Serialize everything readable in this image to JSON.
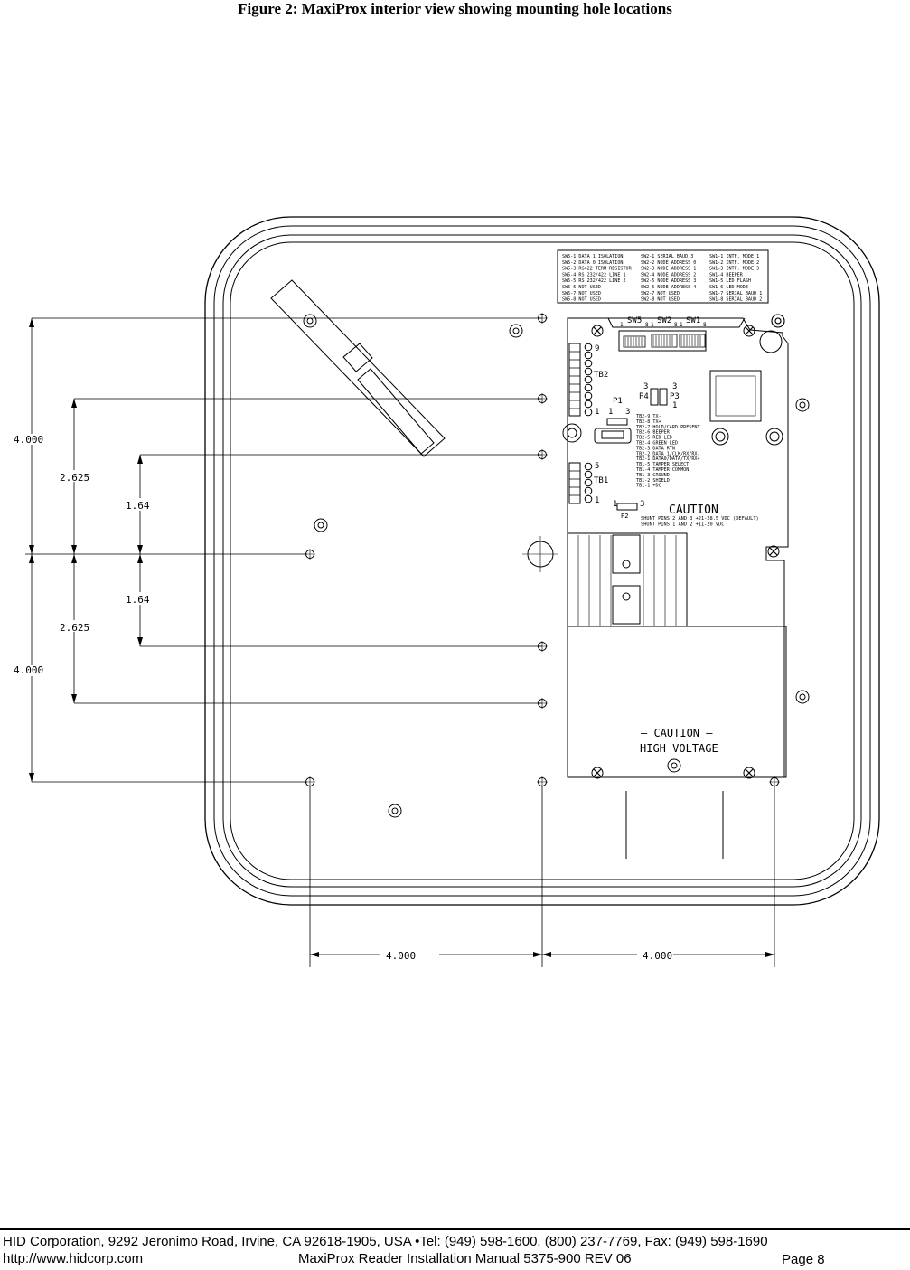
{
  "figure": {
    "caption": "Figure 2:  MaxiProx interior view showing mounting hole locations"
  },
  "dims": {
    "v": [
      "4.000",
      "2.625",
      "1.64",
      "1.64",
      "2.625",
      "4.000"
    ],
    "h": [
      "4.000",
      "4.000"
    ]
  },
  "switch_legend": {
    "col1": [
      "SW5-1  DATA 1 ISOLATION",
      "SW5-2  DATA 0 ISOLATION",
      "SW5-3  RS422 TERM RESISTOR",
      "SW5-4  RS 232/422 LINE 1",
      "SW5-5  RS 232/422 LINE 2",
      "SW5-6  NOT USED",
      "SW5-7  NOT USED",
      "SW5-8  NOT USED"
    ],
    "col2": [
      "SW2-1  SERIAL BAUD 3",
      "SW2-2  NODE ADDRESS  0",
      "SW2-3  NODE ADDRESS  1",
      "SW2-4  NODE ADDRESS  2",
      "SW2-5  NODE ADDRESS  3",
      "SW2-6  NODE ADDRESS  4",
      "SW2-7  NOT USED",
      "SW2-8  NOT USED"
    ],
    "col3": [
      "SW1-1  INTF. MODE 1",
      "SW1-2  INTF. MODE 2",
      "SW1-3  INTF. MODE 3",
      "SW1-4  BEEPER",
      "SW1-5  LED FLASH",
      "SW1-6  LED MODE",
      "SW1-7  SERIAL BAUD 1",
      "SW1-8  SERIAL BAUD 2"
    ]
  },
  "board": {
    "sw5": "SW5",
    "sw2": "SW2",
    "sw1": "SW1",
    "tb2": "TB2",
    "tb1": "TB1",
    "p1": "P1",
    "p2": "P2",
    "p3": "P3",
    "p4": "P4",
    "n_tb2_top": "9",
    "n_tb2_bot": "1",
    "n_tb1_top": "5",
    "n_tb1_bot": "1",
    "n_p1_a": "1",
    "n_p1_b": "3",
    "n_p2_a": "1",
    "n_p2_b": "3",
    "n_p3_top": "3",
    "n_p3_bot": "1",
    "n_p4_top": "3",
    "n_sw_1": "1",
    "n_sw_8": "8",
    "terminal_legend": [
      "TB2-9  TX-",
      "TB2-8  TX+",
      "TB2-7  HOLD/CARD PRESENT",
      "TB2-6  BEEPER",
      "TB2-5  RED LED",
      "TB2-4  GREEN LED",
      "TB2-3  DATA RTN",
      "TB2-2  DATA 1/CLK/RX/RX-",
      "TB2-1  DATA0/DATA/TX/RX+",
      "TB1-5  TAMPER SELECT",
      "TB1-4  TAMPER COMMON",
      "TB1-3  GROUND",
      "TB1-2  SHIELD",
      "TB1-1  +DC"
    ],
    "caution_title": "CAUTION",
    "shunt": [
      "SHUNT PINS 2 AND 3     +21-28.5 VDC (DEFAULT)",
      "SHUNT PINS 1 AND 2     +11-20 VDC"
    ],
    "hv_line1": "— CAUTION —",
    "hv_line2": "HIGH VOLTAGE"
  },
  "footer": {
    "address": "HID Corporation, 9292 Jeronimo Road, Irvine, CA 92618-1905, USA •Tel: (949) 598-1600, (800) 237-7769, Fax: (949) 598-1690",
    "url": "http://www.hidcorp.com",
    "manual": "MaxiProx Reader Installation Manual 5375-900 REV 06",
    "page": "Page 8"
  }
}
